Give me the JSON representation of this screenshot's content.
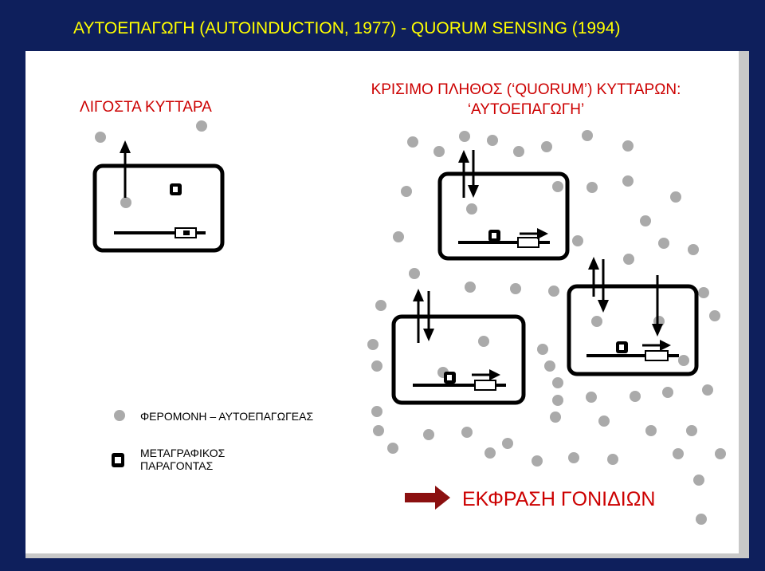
{
  "title": "ΑΥΤΟΕΠΑΓΩΓΗ (AUTOINDUCTION, 1977) - QUORUM SENSING (1994)",
  "labels": {
    "few_cells": "ΛΙΓΟΣΤΑ ΚΥΤΤΑΡΑ",
    "critical_line1": "ΚΡΙΣΙΜΟ ΠΛΗΘΟΣ (‘QUORUM’) ΚΥΤΤΑΡΩΝ:",
    "critical_line2": "‘ΑΥΤΟΕΠΑΓΩΓΗ’",
    "gene_expression": "ΕΚΦΡΑΣΗ ΓΟΝΙΔΙΩΝ"
  },
  "legend": {
    "pheromone": "ΦΕΡΟΜΟΝΗ – ΑΥΤΟΕΠΑΓΩΓΕΑΣ",
    "tf_line1": "ΜΕΤΑΓΡΑΦΙΚΟΣ",
    "tf_line2": "ΠΑΡΑΓΟΝΤΑΣ"
  },
  "colors": {
    "background": "#0e1f5c",
    "title": "#ffff00",
    "red_label": "#cc0000",
    "dot": "#aaaaaa",
    "arrow_expr": "#8b1010"
  }
}
